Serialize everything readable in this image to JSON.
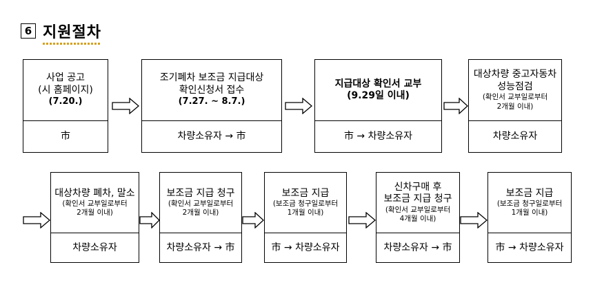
{
  "heading": {
    "number": "6",
    "title": "지원절차"
  },
  "steps": [
    {
      "lines": [
        "사업 공고",
        "(시 홈페이지)",
        "(7.20.)"
      ],
      "actor": "市"
    },
    {
      "lines": [
        "조기폐차 보조금 지급대상",
        "확인신청서 접수",
        "(7.27. ~ 8.7.)"
      ],
      "actor": "차량소유자 → 市"
    },
    {
      "lines": [
        "지급대상 확인서 교부",
        "(9.29일 이내)"
      ],
      "actor": "市 → 차량소유자"
    },
    {
      "lines": [
        "대상차량 중고자동차",
        "성능점검",
        "(확인서 교부일로부터",
        "2개월 이내)"
      ],
      "actor": "차량소유자"
    },
    {
      "lines": [
        "대상차량 폐차, 말소",
        "(확인서 교부일로부터",
        "2개월 이내)"
      ],
      "actor": "차량소유자"
    },
    {
      "lines": [
        "보조금 지급 청구",
        "(확인서 교부일로부터",
        "2개월 이내)"
      ],
      "actor": "차량소유자 → 市"
    },
    {
      "lines": [
        "보조금 지급",
        "(보조금 청구일로부터",
        "1개월 이내)"
      ],
      "actor": "市 → 차량소유자"
    },
    {
      "lines": [
        "신차구매 후",
        "보조금 지급 청구",
        "(확인서 교부일로부터",
        "4개월 이내)"
      ],
      "actor": "차량소유자 → 市"
    },
    {
      "lines": [
        "보조금 지급",
        "(보조금 청구일로부터",
        "1개월 이내)"
      ],
      "actor": "市 → 차량소유자"
    }
  ]
}
